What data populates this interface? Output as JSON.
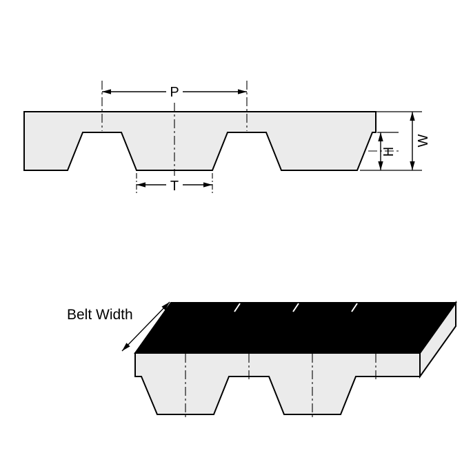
{
  "page": {
    "background_color": "#ffffff"
  },
  "diagram": {
    "colors": {
      "belt_fill": "#ebebeb",
      "line_color": "#000000",
      "top_face_fill": "#000000"
    },
    "cross_section": {
      "pitch_label": "P",
      "tooth_width_label": "T",
      "tooth_height_label": "H",
      "belt_thickness_label": "W"
    },
    "perspective": {
      "belt_width_label": "Belt Width"
    }
  }
}
